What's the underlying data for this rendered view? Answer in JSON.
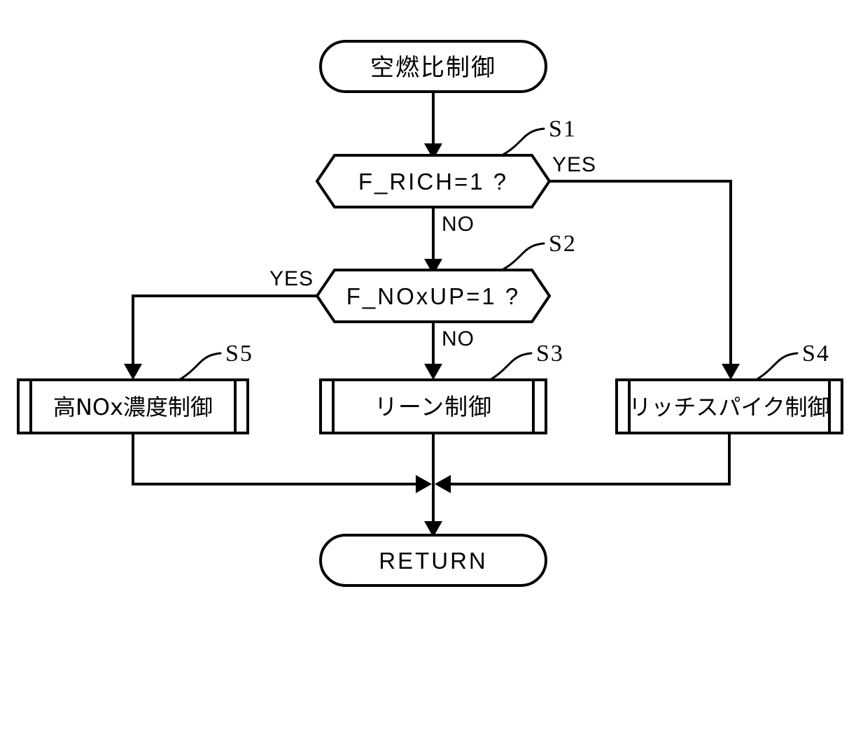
{
  "diagram": {
    "type": "flowchart",
    "title": "Air-fuel ratio control flowchart",
    "nodes": {
      "start": {
        "id": "start",
        "shape": "terminal",
        "label": "空燃比制御"
      },
      "decision_s1": {
        "id": "S1",
        "shape": "decision-hexagon",
        "label": "F_RICH=1 ?",
        "step_label": "S1"
      },
      "decision_s2": {
        "id": "S2",
        "shape": "decision-hexagon",
        "label": "F_NOxUP=1 ?",
        "step_label": "S2"
      },
      "process_s5": {
        "id": "S5",
        "shape": "predefined-process",
        "label": "高NOx濃度制御",
        "step_label": "S5"
      },
      "process_s3": {
        "id": "S3",
        "shape": "predefined-process",
        "label": "リーン制御",
        "step_label": "S3"
      },
      "process_s4": {
        "id": "S4",
        "shape": "predefined-process",
        "label": "リッチスパイク制御",
        "step_label": "S4"
      },
      "end": {
        "id": "end",
        "shape": "terminal",
        "label": "RETURN"
      }
    },
    "edge_labels": {
      "s1_yes": "YES",
      "s1_no": "NO",
      "s2_yes": "YES",
      "s2_no": "NO"
    },
    "colors": {
      "stroke": "#000000",
      "fill": "#ffffff",
      "background": "#ffffff"
    }
  }
}
